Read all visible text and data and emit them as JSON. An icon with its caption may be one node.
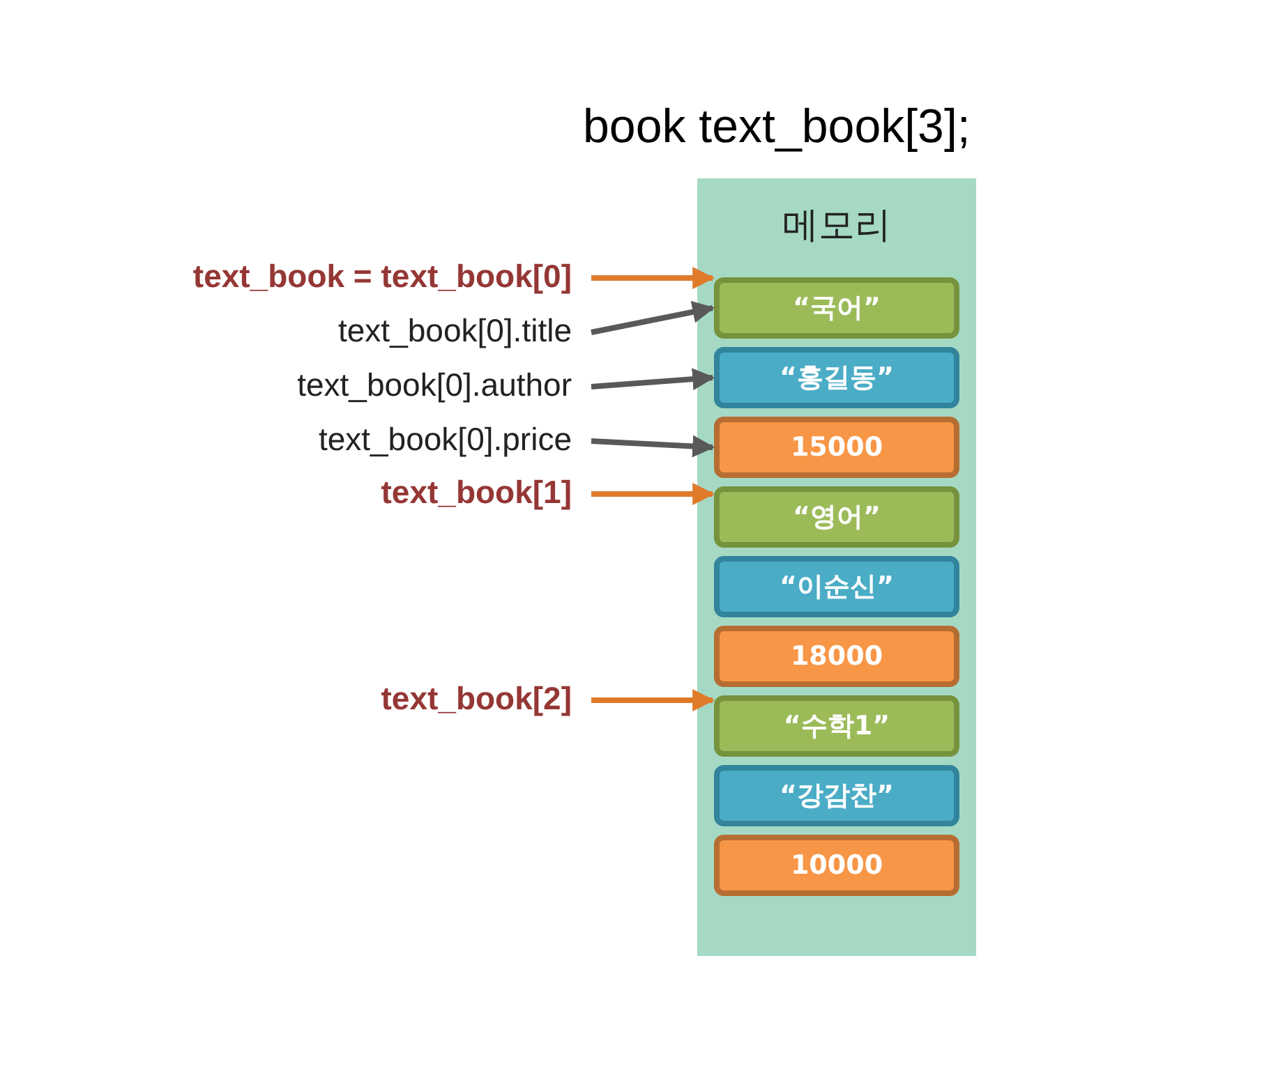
{
  "diagram": {
    "title": "book text_book[3];",
    "nodes": [
      {
        "text": [
          "메모리"
        ]
      },
      {
        "text": [
          "“국어”"
        ],
        "in": 0
      },
      {
        "text": [
          "“홍길동”"
        ],
        "in": 0
      },
      {
        "text": [
          "15000"
        ],
        "in": 0
      },
      {
        "text": [
          "“영어”"
        ],
        "in": 0
      },
      {
        "text": [
          "“이순신”"
        ],
        "in": 0
      },
      {
        "text": [
          "18000"
        ],
        "in": 0
      },
      {
        "text": [
          "“수학1”"
        ],
        "in": 0
      },
      {
        "text": [
          "“강감찬”"
        ],
        "in": 0
      },
      {
        "text": [
          "10000"
        ],
        "in": 0
      },
      {
        "text": [
          "text_book = text_book[0]"
        ]
      },
      {
        "text": [
          "text_book[0].title"
        ]
      },
      {
        "text": [
          "text_book[0].author"
        ]
      },
      {
        "text": [
          "text_book[0].price"
        ]
      },
      {
        "text": [
          "text_book[1]"
        ]
      },
      {
        "text": [
          "text_book[2]"
        ]
      }
    ],
    "edges": [
      {
        "from": 10,
        "to": 1,
        "arrow": "to",
        "color": "#e07b2a"
      },
      {
        "from": 11,
        "to": 1,
        "arrow": "to",
        "color": "#595959"
      },
      {
        "from": 12,
        "to": 2,
        "arrow": "to",
        "color": "#595959"
      },
      {
        "from": 13,
        "to": 3,
        "arrow": "to",
        "color": "#595959"
      },
      {
        "from": 14,
        "to": 4,
        "arrow": "to",
        "color": "#e07b2a"
      },
      {
        "from": 15,
        "to": 7,
        "arrow": "to",
        "color": "#e07b2a"
      }
    ]
  }
}
